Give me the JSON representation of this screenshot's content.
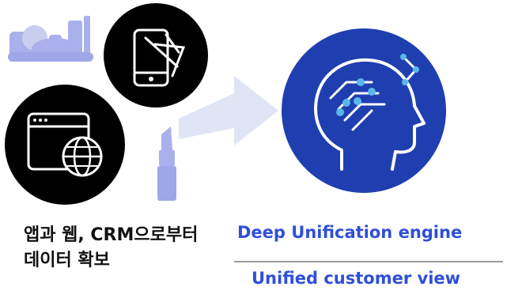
{
  "caption": {
    "text": "앱과 웹, CRM으로부터 데이터 확보"
  },
  "engine": {
    "label": "Deep Unification engine"
  },
  "view": {
    "label": "Unified customer view"
  },
  "colors": {
    "blue_circle": "#1f3fb0",
    "accent_blue": "#2e4fd8",
    "black_circle": "#000000",
    "cosmetics": "#a9b0ec",
    "lipstick": "#a9b0ec",
    "arrow": "#dde2f4",
    "node": "#58b8ee"
  },
  "icons": {
    "cosmetics": "cosmetics-icon",
    "mobile_commerce": "mobile-shopping-icon",
    "web": "web-globe-icon",
    "lipstick": "lipstick-icon",
    "ai_head": "ai-head-icon"
  }
}
